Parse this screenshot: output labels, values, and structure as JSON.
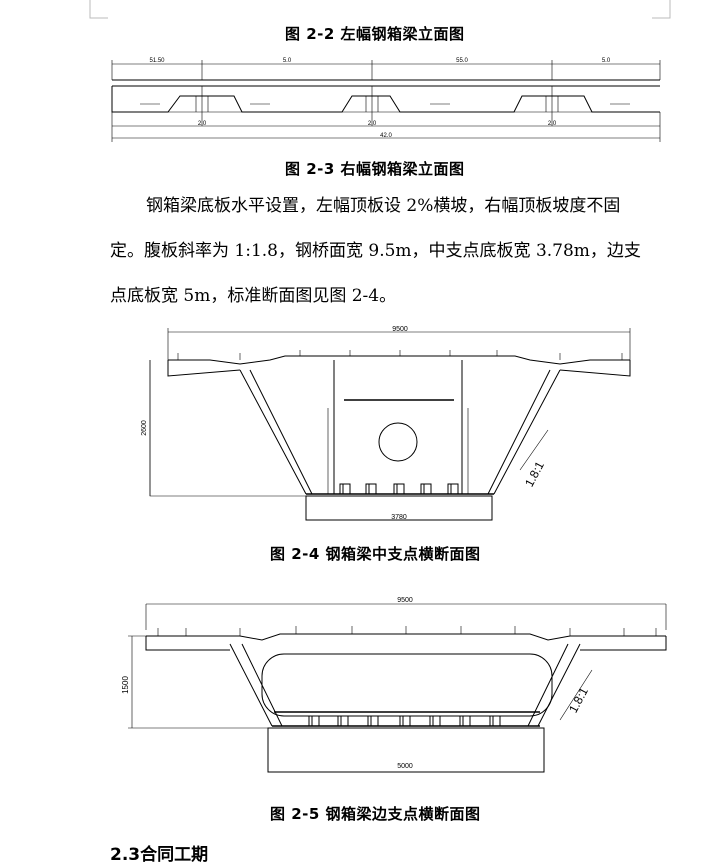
{
  "captions": {
    "fig22": "图 2-2   左幅钢箱梁立面图",
    "fig23": "图 2-3   右幅钢箱梁立面图",
    "fig24": "图 2-4   钢箱梁中支点横断面图",
    "fig25": "图 2-5   钢箱梁边支点横断面图"
  },
  "paragraph": {
    "line1": "钢箱梁底板水平设置，左幅顶板设 2%横坡，右幅顶板坡度不固",
    "line2": "定。腹板斜率为 1:1.8，钢桥面宽 9.5m，中支点底板宽 3.78m，边支",
    "line3": "点底板宽 5m，标准断面图见图 2-4。"
  },
  "section_heading": "2.3合同工期",
  "elevation": {
    "top_spans": [
      "51.50",
      "5.0",
      "55.0",
      "5.0"
    ],
    "mid_marks": [
      "2.0",
      "2.0",
      "2.0"
    ],
    "total": "42.0"
  },
  "section_mid": {
    "deck_width": "9500",
    "height": "2600",
    "slope": "1.8:1",
    "bottom_width": "3780"
  },
  "section_end": {
    "deck_width": "9500",
    "height": "1500",
    "slope": "1.8:1",
    "bottom_width": "5000"
  }
}
